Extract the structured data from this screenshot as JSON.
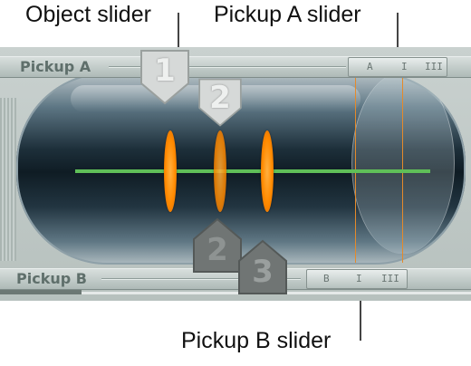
{
  "callouts": {
    "object_slider": "Object slider",
    "pickup_a_slider": "Pickup A slider",
    "pickup_b_slider": "Pickup B slider"
  },
  "pickup_a": {
    "label": "Pickup A",
    "range": {
      "left_mark": "A",
      "mid_mark": "I",
      "right_mark": "III"
    }
  },
  "pickup_b": {
    "label": "Pickup B",
    "range": {
      "left_mark": "B",
      "mid_mark": "I",
      "right_mark": "III"
    }
  },
  "object_handles": [
    {
      "number": "1"
    },
    {
      "number": "2"
    },
    {
      "number": "2"
    },
    {
      "number": "3"
    }
  ],
  "colors": {
    "string": "#5fbf58",
    "disc": "#ff8a00",
    "pickup_line": "#e58a2a",
    "handle_light": "#d6d9d8",
    "handle_dark": "#707574"
  },
  "icons": {
    "object_disc": "orange-disc-icon",
    "handle": "pentagon-handle-icon"
  }
}
